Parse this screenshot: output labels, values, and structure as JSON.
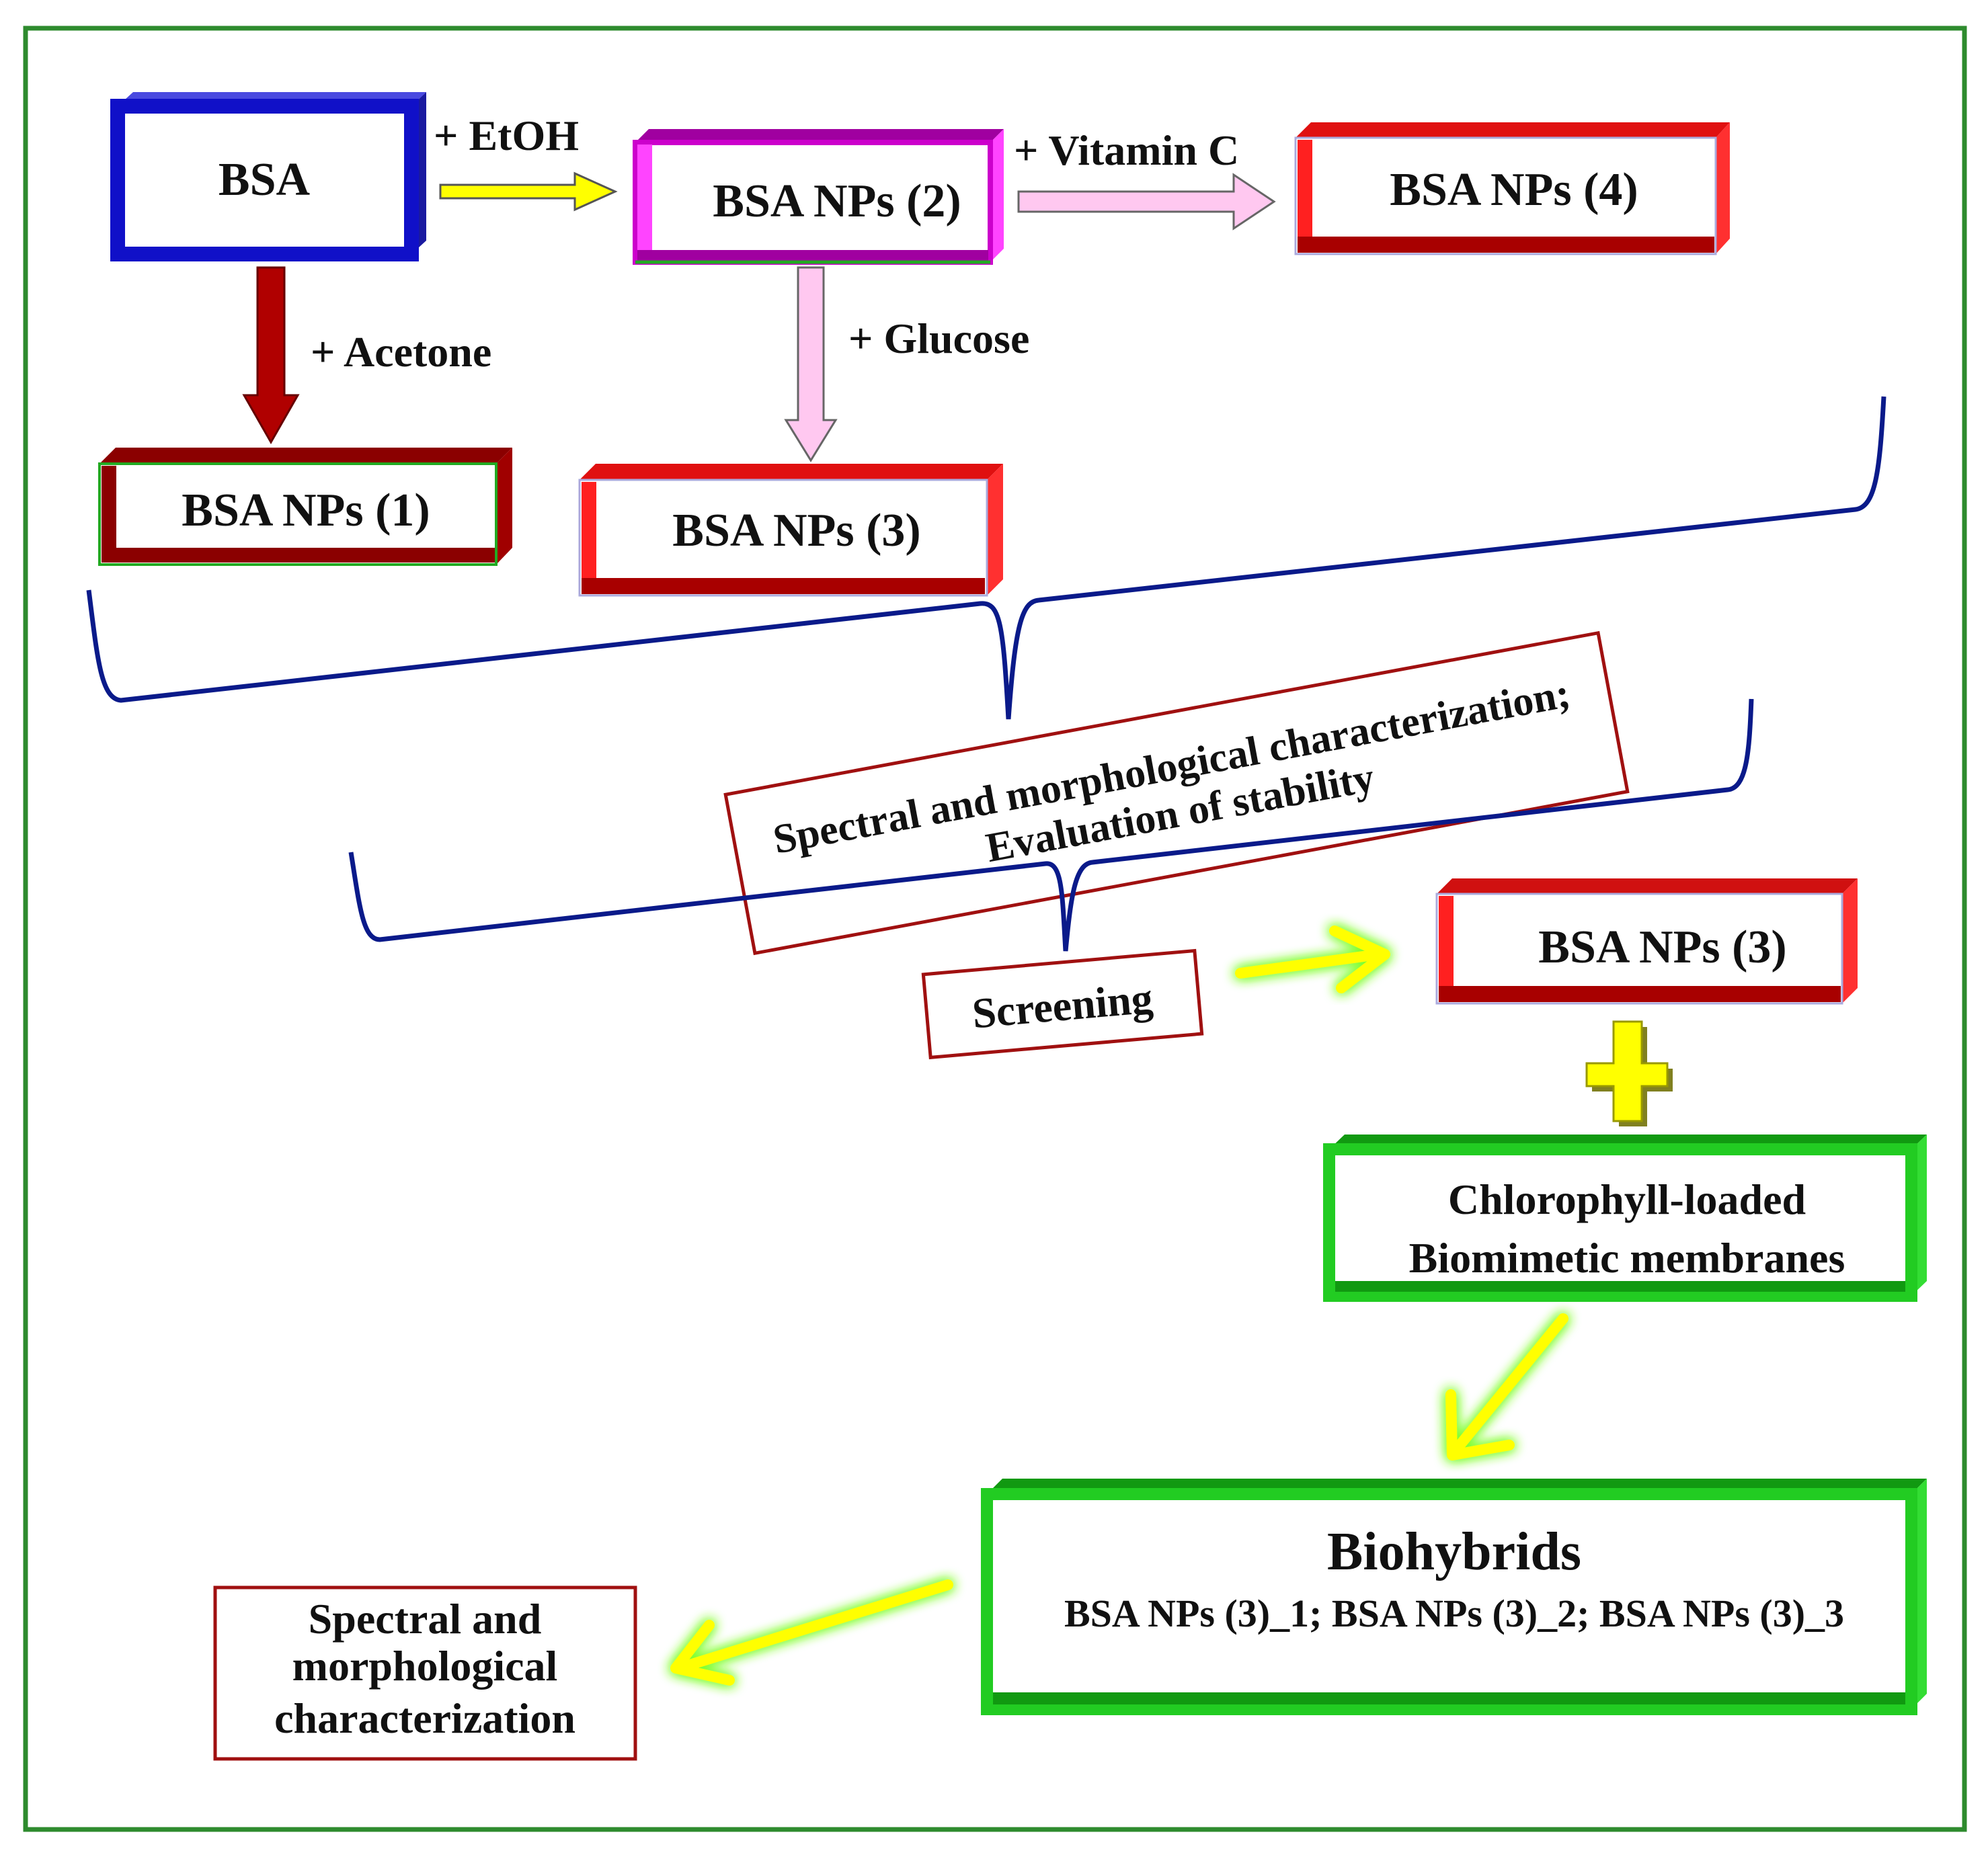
{
  "nodes": {
    "bsa": "BSA",
    "np1": "BSA NPs (1)",
    "np2": "BSA NPs (2)",
    "np3": "BSA NPs (3)",
    "np4": "BSA NPs (4)",
    "np3_selected": "BSA NPs (3)",
    "characterization_line1": "Spectral and morphological characterization;",
    "characterization_line2": "Evaluation of  stability",
    "screening": "Screening",
    "membranes_line1": "Chlorophyll-loaded",
    "membranes_line2": "Biomimetic  membranes",
    "biohybrids_title": "Biohybrids",
    "biohybrids_items": "BSA NPs (3)_1; BSA NPs (3)_2; BSA NPs (3)_3",
    "final_line1": "Spectral and",
    "final_line2": "morphological",
    "final_line3": "characterization"
  },
  "edges": {
    "etoh": "+ EtOH",
    "vitamin_c": "+ Vitamin C",
    "acetone": "+ Acetone",
    "glucose": "+ Glucose"
  },
  "colors": {
    "frame": "#2e8b2e",
    "blue": "#1010c8",
    "magenta": "#cc00cc",
    "red": "#e01010",
    "dark_red": "#8b0000",
    "green": "#22cc22",
    "yellow": "#ffff00",
    "pink": "#ffc8f0",
    "navy": "#0a1a8a"
  }
}
